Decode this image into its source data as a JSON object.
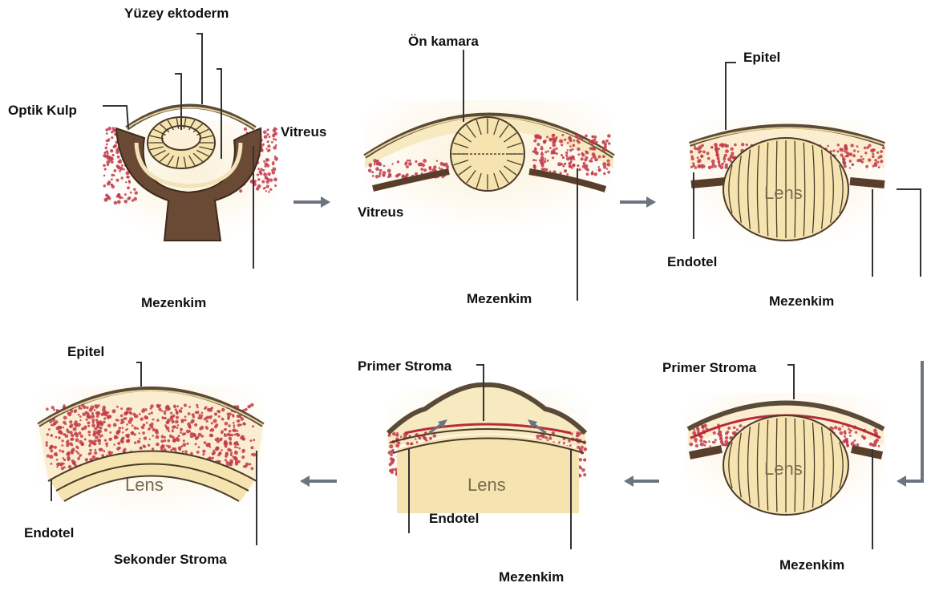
{
  "labels": {
    "yuzey_ektoderm": "Yüzey ektoderm",
    "optik_kulp": "Optik Kulp",
    "vitreus_1": "Vitreus",
    "mezenkim_1": "Mezenkim",
    "on_kamara": "Ön kamara",
    "vitreus_2": "Vitreus",
    "mezenkim_2": "Mezenkim",
    "epitel_3": "Epitel",
    "endotel_3": "Endotel",
    "mezenkim_3": "Mezenkim",
    "epitel_4": "Epitel",
    "endotel_4": "Endotel",
    "sekonder_stroma": "Sekonder Stroma",
    "primer_stroma_5": "Primer Stroma",
    "endotel_5": "Endotel",
    "mezenkim_5": "Mezenkim",
    "primer_stroma_6": "Primer Stroma",
    "mezenkim_6": "Mezenkim"
  },
  "lens_text": "Lens",
  "colors": {
    "outline": "#5a4a38",
    "cream": "#f7e9c0",
    "lens_fill": "#f6e4b0",
    "lens_line": "#4a3a2a",
    "red_dots": "#c23a4a",
    "dark_brown": "#6b4a35",
    "arrow": "#6b7580"
  }
}
